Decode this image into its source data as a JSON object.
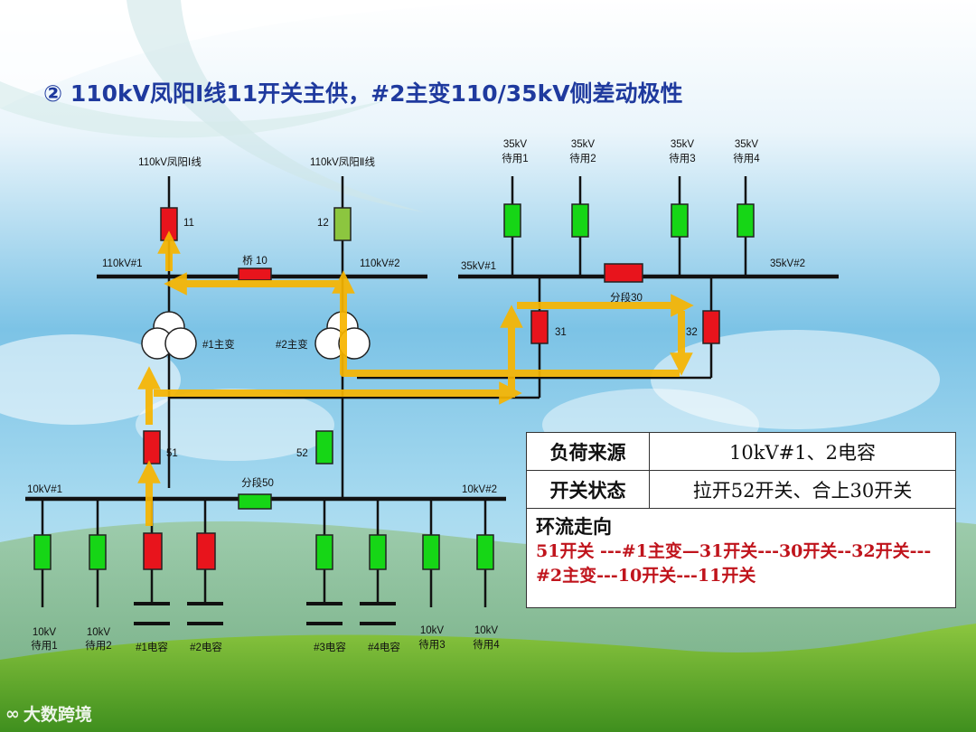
{
  "title": "② 110kV凤阳Ⅰ线11开关主供，#2主变110/35kV侧差动极性",
  "labels": {
    "line_110_1": "110kV凤阳Ⅰ线",
    "line_110_2": "110kV凤阳Ⅱ线",
    "bus_110_1": "110kV#1",
    "bus_110_2": "110kV#2",
    "bridge": "桥 10",
    "sw11": "11",
    "sw12": "12",
    "t1": "#1主变",
    "t2": "#2主变",
    "sw51": "51",
    "sw52": "52",
    "bus_35_1": "35kV#1",
    "bus_35_2": "35kV#2",
    "sec30": "分段30",
    "sw31": "31",
    "sw32": "32",
    "f35_1_a": "35kV",
    "f35_1_b": "待用1",
    "f35_2_a": "35kV",
    "f35_2_b": "待用2",
    "f35_3_a": "35kV",
    "f35_3_b": "待用3",
    "f35_4_a": "35kV",
    "f35_4_b": "待用4",
    "bus_10_1": "10kV#1",
    "bus_10_2": "10kV#2",
    "sec50": "分段50",
    "f10_1_a": "10kV",
    "f10_1_b": "待用1",
    "f10_2_a": "10kV",
    "f10_2_b": "待用2",
    "cap1": "#1电容",
    "cap2": "#2电容",
    "cap3": "#3电容",
    "cap4": "#4电容",
    "f10_3_a": "10kV",
    "f10_3_b": "待用3",
    "f10_4_a": "10kV",
    "f10_4_b": "待用4"
  },
  "table": {
    "load_key": "负荷来源",
    "load_val": "10kV#1、2电容",
    "switch_key": "开关状态",
    "switch_val": "拉开52开关、合上30开关",
    "flow_key": "环流走向",
    "flow_text": "51开关 ---#1主变—31开关---30开关--32开关---#2主变---10开关---11开关"
  },
  "logo": "大数跨境",
  "colors": {
    "closed_red": "#e8141c",
    "open_green": "#16d616",
    "arrow": "#f7b500",
    "title": "#1f3a9e",
    "flow_text": "#c0141c"
  }
}
